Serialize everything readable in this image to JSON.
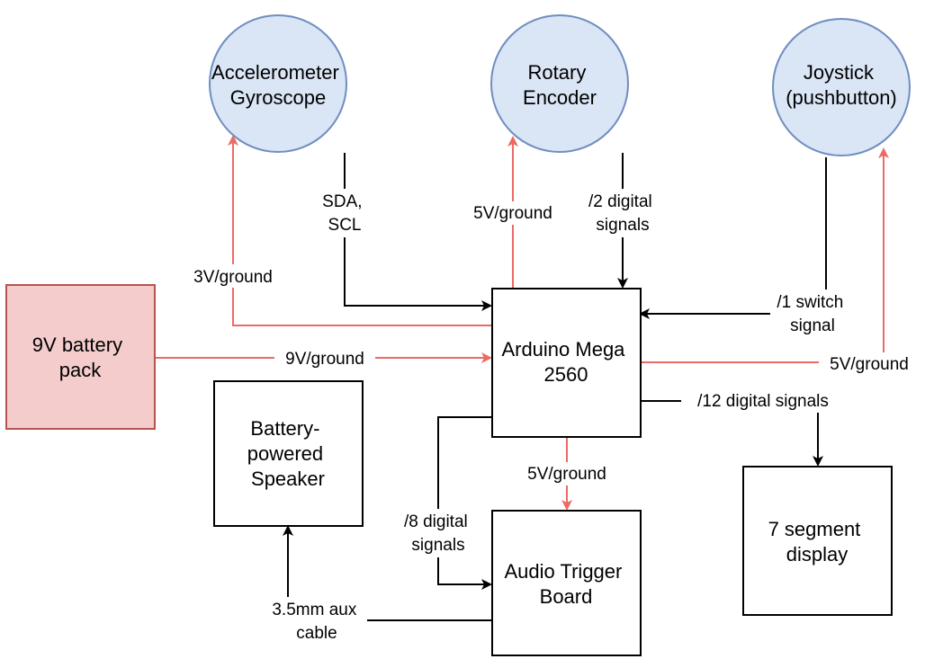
{
  "colors": {
    "circle_fill": "#dae5f5",
    "circle_stroke": "#6f8ebf",
    "battery_fill": "#f4cccc",
    "battery_stroke": "#b85450",
    "box_stroke": "#000000",
    "power_line": "#ea6b66",
    "signal_line": "#000000"
  },
  "nodes": {
    "accel": [
      "Accelerometer",
      "Gyroscope"
    ],
    "rotary": [
      "Rotary",
      "Encoder"
    ],
    "joystick": [
      "Joystick",
      "(pushbutton)"
    ],
    "battery": [
      "9V battery",
      "pack"
    ],
    "arduino": [
      "Arduino Mega",
      "2560"
    ],
    "speaker": [
      "Battery-",
      "powered",
      "Speaker"
    ],
    "audio": [
      "Audio Trigger",
      "Board"
    ],
    "display": [
      "7 segment",
      "display"
    ]
  },
  "edges": {
    "accel_power": [
      "3V/ground"
    ],
    "accel_signal": [
      "SDA,",
      "SCL"
    ],
    "rotary_power": [
      "5V/ground"
    ],
    "rotary_signal": [
      "/2 digital",
      "signals"
    ],
    "joystick_signal": [
      "/1 switch",
      "signal"
    ],
    "joystick_power": [
      "5V/ground"
    ],
    "battery_power": [
      "9V/ground"
    ],
    "display_signal": [
      "/12 digital signals"
    ],
    "audio_power": [
      "5V/ground"
    ],
    "audio_signal": [
      "/8 digital",
      "signals"
    ],
    "aux_cable": [
      "3.5mm aux",
      "cable"
    ]
  }
}
